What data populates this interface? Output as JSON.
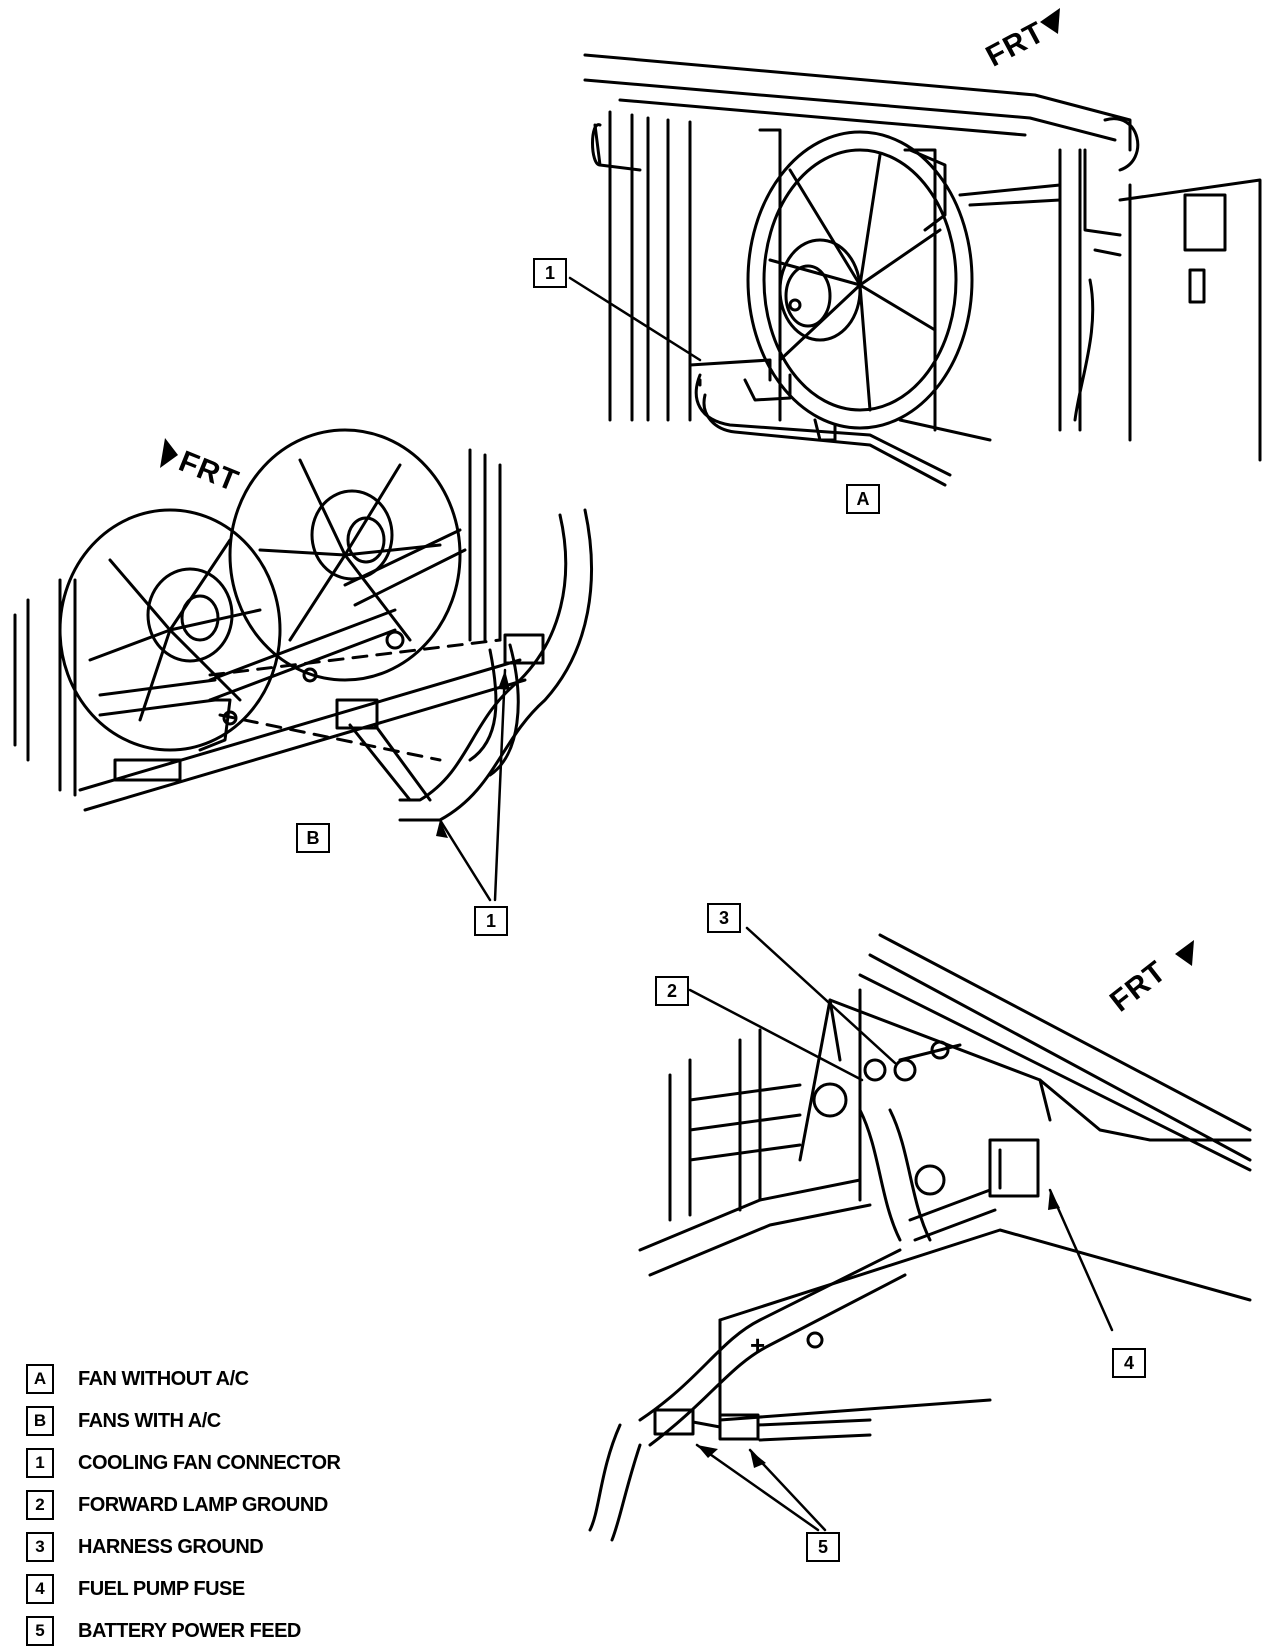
{
  "direction_label": "FRT",
  "callouts": {
    "view_a_part_1": "1",
    "view_a": "A",
    "view_b": "B",
    "view_b_part_1": "1",
    "part_3": "3",
    "part_2": "2",
    "part_4": "4",
    "part_5": "5"
  },
  "legend": [
    {
      "key": "A",
      "text": "FAN WITHOUT A/C"
    },
    {
      "key": "B",
      "text": "FANS WITH A/C"
    },
    {
      "key": "1",
      "text": "COOLING FAN CONNECTOR"
    },
    {
      "key": "2",
      "text": "FORWARD LAMP GROUND"
    },
    {
      "key": "3",
      "text": "HARNESS GROUND"
    },
    {
      "key": "4",
      "text": "FUEL PUMP FUSE"
    },
    {
      "key": "5",
      "text": "BATTERY POWER FEED"
    }
  ],
  "battery_plus_mark": "+"
}
